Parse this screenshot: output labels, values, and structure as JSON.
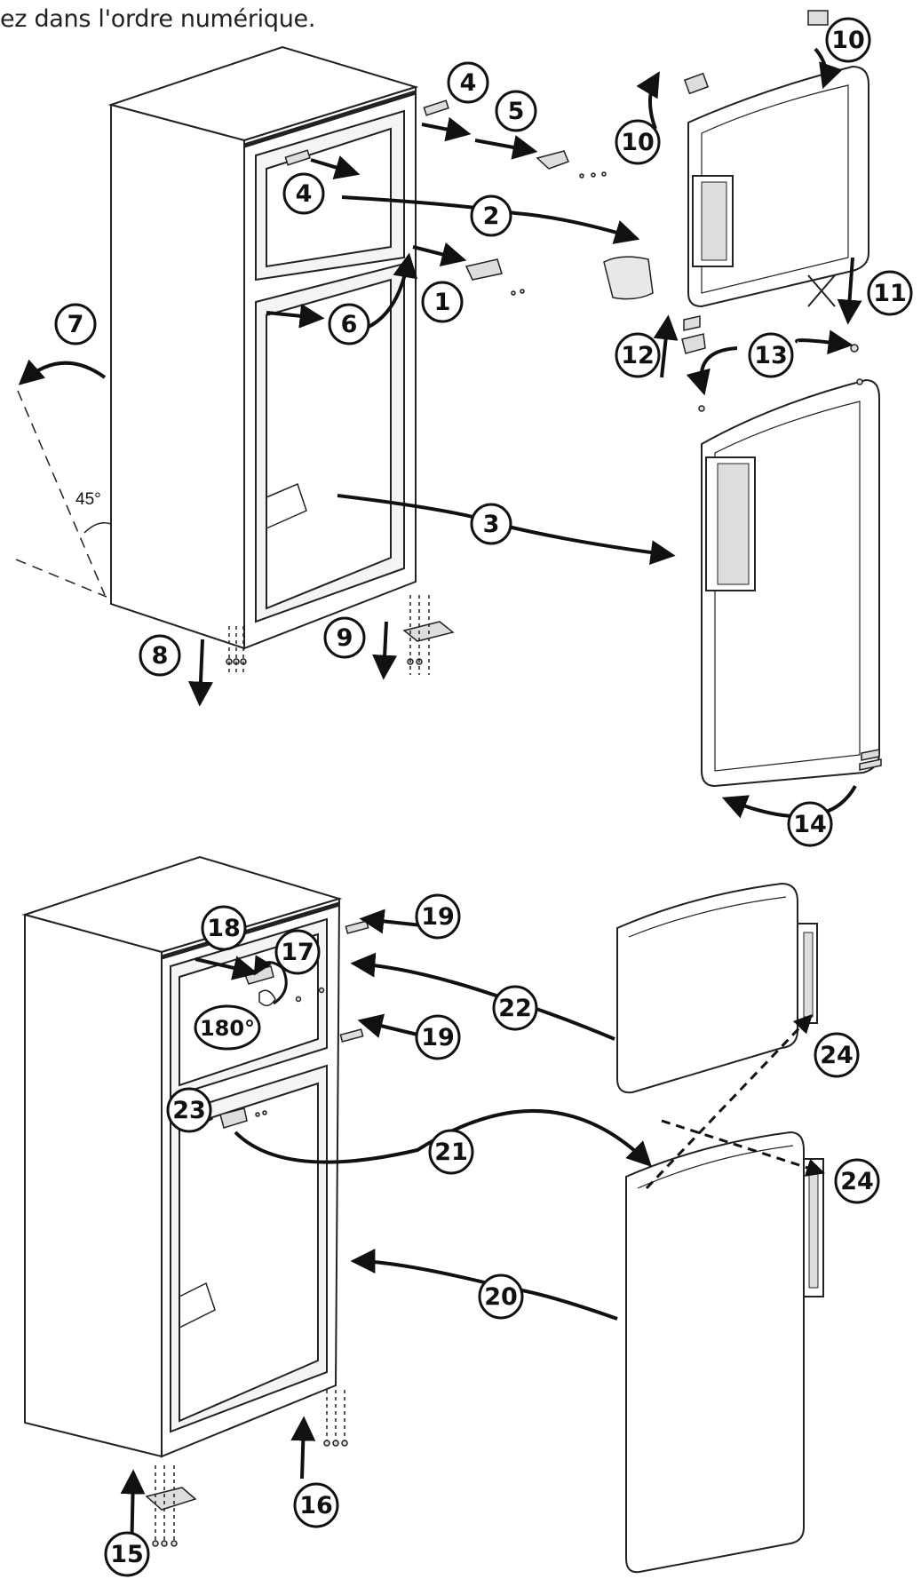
{
  "caption": "ez dans l'ordre numérique.",
  "steps": {
    "s1": "1",
    "s2": "2",
    "s3": "3",
    "s4a": "4",
    "s4b": "4",
    "s5": "5",
    "s6": "6",
    "s7": "7",
    "s8": "8",
    "s9": "9",
    "s10a": "10",
    "s10b": "10",
    "s11": "11",
    "s12": "12",
    "s13": "13",
    "s14": "14",
    "s15": "15",
    "s16": "16",
    "s17": "17",
    "s18": "18",
    "s19a": "19",
    "s19b": "19",
    "s20": "20",
    "s21": "21",
    "s22": "22",
    "s23": "23",
    "s24a": "24",
    "s24b": "24"
  },
  "angles": {
    "tilt": "45°",
    "rotate": "180°"
  }
}
